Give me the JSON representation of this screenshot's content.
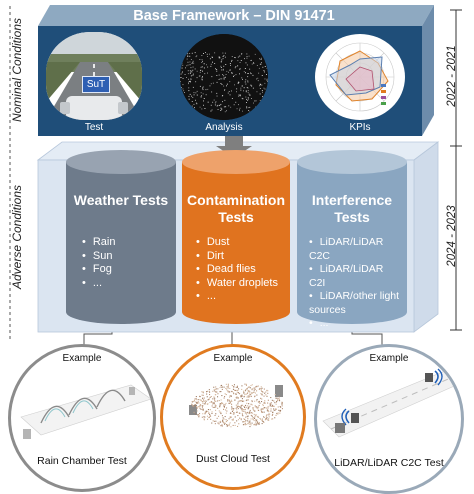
{
  "base": {
    "title": "Base Framework – DIN 91471",
    "panels": [
      {
        "caption": "Test",
        "badge": "SuT"
      },
      {
        "caption": "Analysis"
      },
      {
        "caption": "KPIs"
      }
    ]
  },
  "side_labels": {
    "nominal": "Nominal Conditions",
    "adverse": "Adverse Conditions",
    "years_top": "2022 - 2021",
    "years_bottom": "2024 - 2023"
  },
  "cylinders": [
    {
      "title": "Weather Tests",
      "items": [
        "Rain",
        "Sun",
        "Fog",
        "..."
      ]
    },
    {
      "title": "Contamination Tests",
      "items": [
        "Dust",
        "Dirt",
        "Dead flies",
        "Water droplets",
        "..."
      ]
    },
    {
      "title": "Interference Tests",
      "items": [
        "LiDAR/LiDAR C2C",
        "LiDAR/LiDAR C2I",
        "LiDAR/other light sources",
        "..."
      ]
    }
  ],
  "examples": [
    {
      "label": "Example",
      "caption": "Rain Chamber Test"
    },
    {
      "label": "Example",
      "caption": "Dust Cloud Test"
    },
    {
      "label": "Example",
      "caption": "LiDAR/LiDAR C2C Test"
    }
  ],
  "colors": {
    "base_front": "#1f4e79",
    "base_top": "#8ea9c1",
    "base_side": "#6d8cab",
    "adverse_box": "#dbe5f1",
    "weather": "#6e7b8b",
    "contamination": "#e0731f",
    "interference": "#8aa6c1",
    "arrow": "#7f7f7f",
    "circle_weather": "#8c8c8c",
    "circle_contamination": "#e07b20",
    "circle_interference": "#9aa9b8"
  }
}
